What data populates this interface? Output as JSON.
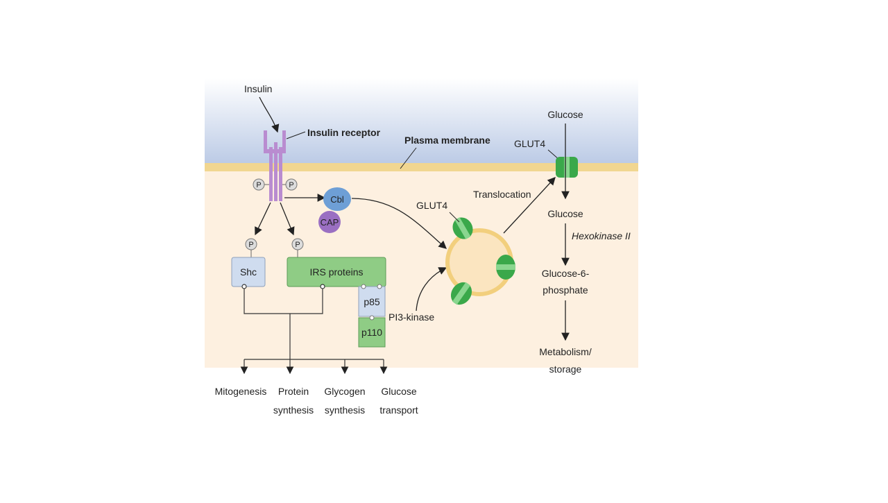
{
  "labels": {
    "insulin": "Insulin",
    "insulin_receptor": "Insulin receptor",
    "plasma_membrane": "Plasma membrane",
    "p": "P",
    "cbl": "Cbl",
    "cap": "CAP",
    "glut4_vesicle": "GLUT4",
    "glut4_membrane": "GLUT4",
    "translocation": "Translocation",
    "glucose_outside": "Glucose",
    "glucose_inside": "Glucose",
    "hexokinase": "Hexokinase II",
    "g6p_line1": "Glucose-6-",
    "g6p_line2": "phosphate",
    "metab_line1": "Metabolism/",
    "metab_line2": "storage",
    "shc": "Shc",
    "irs": "IRS proteins",
    "p85": "p85",
    "p110": "p110",
    "pi3k": "PI3-kinase"
  },
  "outcomes": [
    {
      "line1": "Mitogenesis",
      "line2": ""
    },
    {
      "line1": "Protein",
      "line2": "synthesis"
    },
    {
      "line1": "Glycogen",
      "line2": "synthesis"
    },
    {
      "line1": "Glucose",
      "line2": "transport"
    }
  ],
  "colors": {
    "membrane": "#f1d690",
    "cytoplasm": "#fdf0e0",
    "extracellular_top": "#bccbe6",
    "receptor": "#b98cd0",
    "glut4": "#3aa84a",
    "irs_box": "#8fcc85",
    "shc_box": "#cfdcef",
    "cbl": "#6e9fd6",
    "cap": "#9a6fc2",
    "vesicle": "#fbe5c0"
  }
}
